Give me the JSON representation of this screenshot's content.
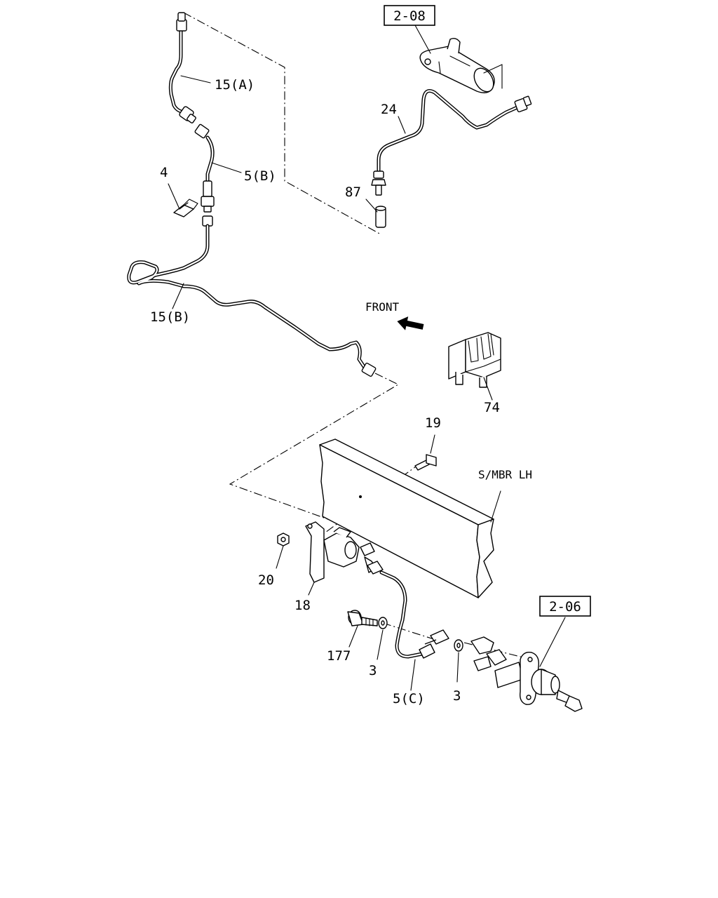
{
  "refs": {
    "upper": "2-08",
    "lower": "2-06"
  },
  "labels": {
    "p15a": "15(A)",
    "p5b": "5(B)",
    "p4": "4",
    "p24": "24",
    "p87": "87",
    "p15b": "15(B)",
    "front": "FRONT",
    "p74": "74",
    "p19": "19",
    "smbr": "S/MBR LH",
    "p20": "20",
    "p18": "18",
    "p177": "177",
    "p3a": "3",
    "p5c": "5(C)",
    "p3b": "3"
  }
}
